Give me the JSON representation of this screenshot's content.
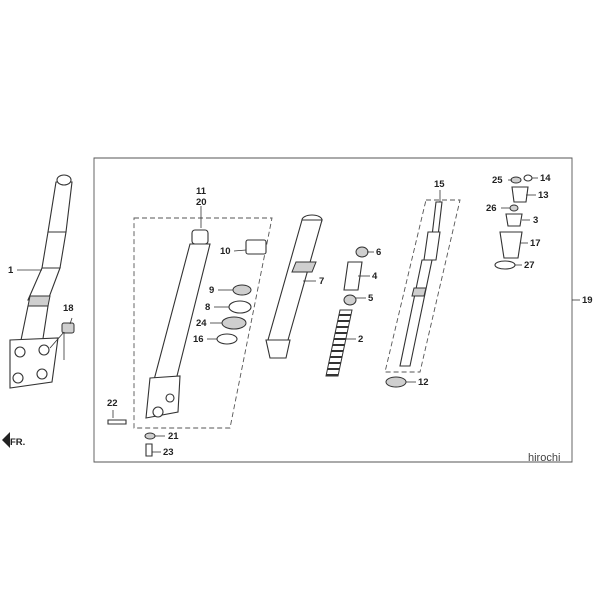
{
  "labels": {
    "p1": "1",
    "p2": "2",
    "p3": "3",
    "p4": "4",
    "p5": "5",
    "p6": "6",
    "p7": "7",
    "p8": "8",
    "p9": "9",
    "p10": "10",
    "p11": "11",
    "p12": "12",
    "p13": "13",
    "p14": "14",
    "p15": "15",
    "p16": "16",
    "p17": "17",
    "p18": "18",
    "p19": "19",
    "p20": "20",
    "p21": "21",
    "p22": "22",
    "p23": "23",
    "p24": "24",
    "p25": "25",
    "p26": "26",
    "p27": "27"
  },
  "front_marker": "FR.",
  "watermark": "hirochi"
}
